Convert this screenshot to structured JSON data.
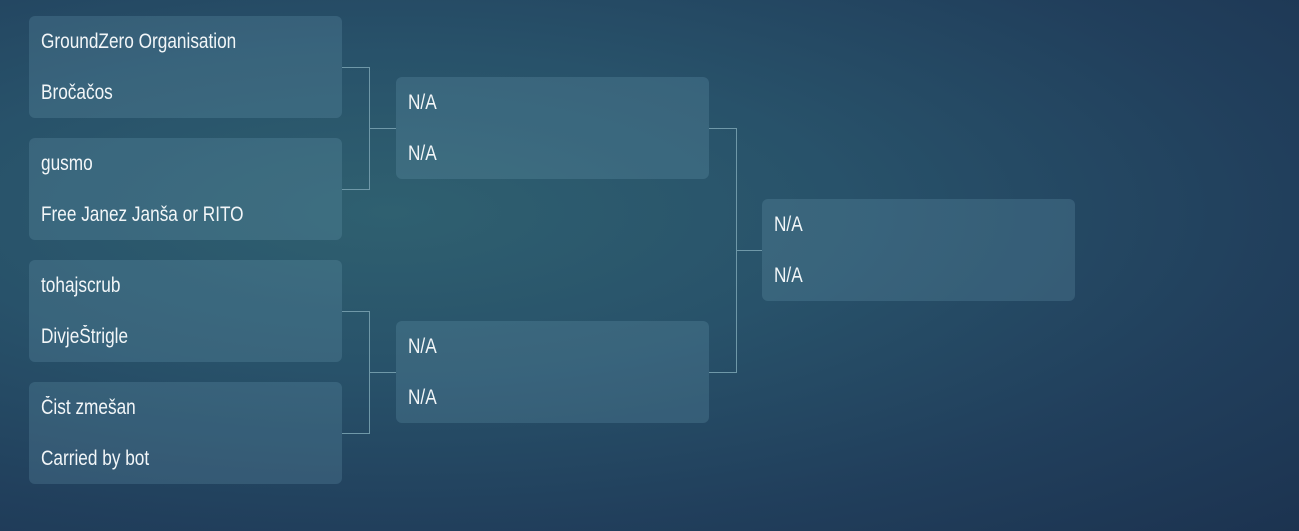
{
  "rounds": [
    {
      "matches": [
        {
          "team1": "GroundZero Organisation",
          "team2": "Bročačos"
        },
        {
          "team1": "gusmo",
          "team2": "Free Janez Janša or RITO"
        },
        {
          "team1": "tohajscrub",
          "team2": "DivjeŠtrigle"
        },
        {
          "team1": "Čist zmešan",
          "team2": "Carried by bot"
        }
      ]
    },
    {
      "matches": [
        {
          "team1": "N/A",
          "team2": "N/A"
        },
        {
          "team1": "N/A",
          "team2": "N/A"
        }
      ]
    },
    {
      "matches": [
        {
          "team1": "N/A",
          "team2": "N/A"
        }
      ]
    }
  ]
}
